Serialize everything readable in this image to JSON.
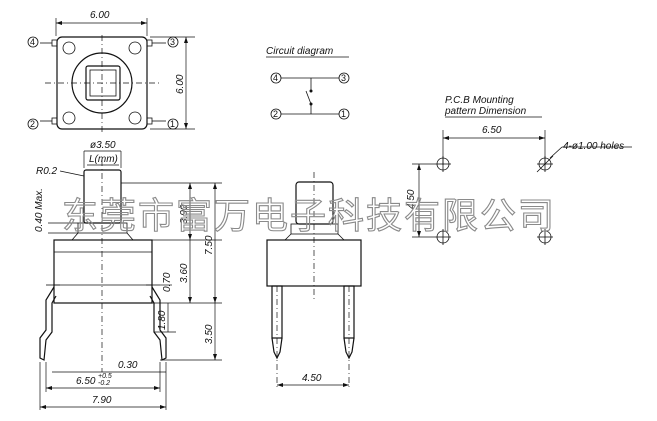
{
  "top_view": {
    "width_label": "6.00",
    "height_label": "6.00",
    "pins": [
      "4",
      "3",
      "2",
      "1"
    ]
  },
  "circuit": {
    "title": "Circuit diagram",
    "pins": [
      "4",
      "3",
      "2",
      "1"
    ]
  },
  "pcb": {
    "title_line1": "P.C.B Mounting",
    "title_line2": "pattern Dimension",
    "spacing_x": "6.50",
    "spacing_y": "4.50",
    "holes": "4-ø1.00 holes"
  },
  "side_view": {
    "stem_diameter": "ø3.50",
    "stem_length": "L(mm)",
    "radius": "R0.2",
    "max_label": "0.40 Max.",
    "dim_390": "3.90",
    "dim_750": "7.50",
    "dim_360": "3.60",
    "dim_070": "0.70",
    "dim_180": "1.80",
    "dim_350": "3.50",
    "dim_030": "0.30",
    "dim_650": "6.50",
    "tol_upper": "+0.5",
    "tol_lower": "-0.2",
    "dim_790": "7.90"
  },
  "front_view": {
    "pin_spacing": "4.50"
  },
  "watermark": "东莞市富万电子科技有限公司"
}
